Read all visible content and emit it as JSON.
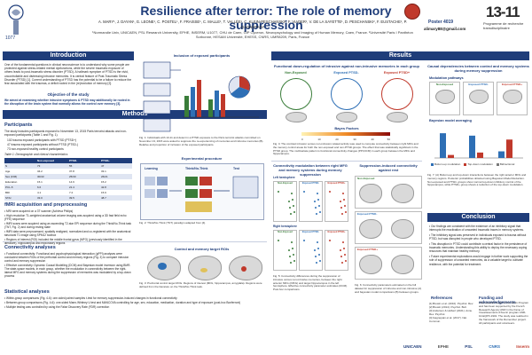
{
  "header": {
    "title": "Resilience after terror: The role of memory suppression",
    "authors": "A. MARY¹, J. DAYAN¹, G. LEONE¹, C. POSTEL¹, F. FRAISSE¹, C. MALLE¹, T. VALLÉE¹, C. KLEIN-PESCHANSKI², F. VIADER¹, V. DE LA SAYETTE¹, D. PESCHANSKI², F. EUSTACHE¹, P. GAGNEPAIN¹",
    "affiliations": "¹Normandie Univ, UNICAEN, PSL Research University, EPHE, INSERM, U1077, CHU de Caen, GIP Cyceron, Neuropsychology and Imaging of Human Memory, Caen, France. ²Université Paris I Panthéon Sorbonne, HESAM Université, EHESS, CNRS, UMR8209, Paris, France",
    "poster_number": "Poster 4019",
    "email": "alimary88@gmail.com",
    "left_logo_text": "1077",
    "right_logo_text": "13-11",
    "right_logo_subtitle": "Programme de recherche transdisciplinaire"
  },
  "sections": {
    "introduction": "Introduction",
    "methods": "Methods",
    "results": "Results",
    "conclusion": "Conclusion"
  },
  "intro": {
    "body": "One of the fundamental questions in clinical neuroscience is to understand why some people are protected against stress-related mental dysfunctions, while the severe traumatic exposure of others leads to post-traumatic stress disorder (PTSD). A hallmark symptom of PTSD is the vivid, uncontrollable and distressing intrusive memories. It is central feature of Post-Traumatic Stress Disorder (PTSD) [1]. Current understanding of PTSD has the potential to be a failure to reduce the fear associated with the traumas, a deficit rooted in the (re)evolution of memory [2].",
    "objective_title": "Objective of the study",
    "objective": "We aimed at examining whether intrusive symptoms & PTSD may additionally be rooted in the disruption of the brain system that normally allows the control over memory [3]."
  },
  "participants": {
    "heading": "Participants",
    "body": "The study includes participants exposed to November 13, 2015 Paris terrorist attacks and non-exposed participants (Table 1 and Fig. 1).",
    "items": [
      "102 trauma exposed participants with PTSD (PTSD+)",
      "47 trauma exposed participants without PTSD (PTSD-)",
      "73 non-exposed healthy control participants"
    ],
    "table_title": "Table 1: Demographic and clinical characteristics",
    "table_headers": [
      "",
      "Non-exposed",
      "PTSD-",
      "PTSD+"
    ],
    "table_rows": [
      [
        "N",
        "73",
        "55",
        "47"
      ],
      [
        "Age",
        "34.2",
        "37.8",
        "33.1"
      ],
      [
        "Sex (F/M)",
        "30/43",
        "25/30",
        "26/21"
      ],
      [
        "Education",
        "15.1",
        "14.9",
        "15.2"
      ],
      [
        "PCL-5",
        "6.6",
        "21.4",
        "42.8"
      ],
      [
        "BDI",
        "4.1",
        "7.2",
        "15.9"
      ],
      [
        "STAI",
        "33.0",
        "39.5",
        "48.7"
      ]
    ]
  },
  "fmri": {
    "heading": "fMRI acquisition and preprocessing",
    "items": [
      "MRI were acquired on a 3T scanner (Achieva Philips)",
      "High resolution T1-weighted anatomical volume imaging was acquired using a 3D fast field echo (FFE) sequence",
      "fMRI scans were acquired using an ascending T2-star EPI sequence during the Think/No-Think task (TNT, Fig. 2) and during resting state",
      "fMRI data were preprocessed, spatially realigned, normalized and co-registered with the anatomical structural T1 image using SPM12 toolbox",
      "Regions of interest (ROI) included the middle frontal gyrus (MFG) (previously identified in the literature), hippocampus and exploratory regions"
    ]
  },
  "inclusion": {
    "title": "Inclusion of exposed participants",
    "caption": "Fig. 1: Individuals with 13-11 and detect in a PTSD exposure to the Paris terrorist attacks committed on November 13, 2015 were asked to suppress the re-experiencing of memories and intrusive memories (B). Relative and proportion of inclusion of the exposed participants."
  },
  "experimental": {
    "title": "Experimental procedure",
    "labels": [
      "Learning",
      "Think/No-Think",
      "Test"
    ],
    "caption": "Fig. 2: Think/No-Think (TNT) paradigm adapted from [4]."
  },
  "connectivity": {
    "heading": "Connectivity analyses",
    "items": [
      "Functional connectivity: Functional and psychophysiological interaction (gPPI) analyses were conducted between ROIs of the prefrontal control and memory regions (Fig. 3) to compare intrusion control and memory suppression",
      "Effective connectivity: Dynamic Causal Modelling (DCM) and Bayesian model inversion using BMR. The state-space models, in each group, whether the modulation in connectivity between the right-lateral MFG and memory systems during the suppression of memories was modulated by a top-down process"
    ],
    "roi_title": "Control and memory target ROIs",
    "roi_caption": "Fig. 3: Prefrontal control target ROIs. Regions of interest (MFG, hippocampus, amygdala). Regions were defined from the literature on the Think/No-Think task."
  },
  "stats": {
    "heading": "Statistical analyses",
    "items": [
      "Within-group comparisons (Fig. 4-6): one-sided paired samples t-test for memory suppression-induced changes in functional connectivity",
      "Between-group comparisons (Fig. 4-6): one-sided Mann-Whitney U test and MANCOVA controlling for age, sex, education, medication, duration and type of exposure (post-hoc Bonferroni)",
      "Multiple testing was controlled by using the False Discovery Rate (FDR) correction"
    ]
  },
  "results": {
    "fig4_title": "Functional down-regulation of intrusive against non-intrusive memories in each group",
    "groups": [
      "Non-Exposed",
      "Exposed PTSD-",
      "Exposed PTSD+"
    ],
    "bayes_title": "Bayes Factors",
    "bayes_ticks": [
      "0",
      "10",
      "20",
      "30",
      "40",
      "50"
    ],
    "fig4_caption": "Fig. 4: The contrast intrusion versus non-intrusion related activity was used to compute connectivity between right MFG and the memory control areas for both the non-exposed and non-PTSD groups. The effect that was statistically significant in the PTSD group. The multivariate pattern is functional connectivity changes (PPI,DCM) in each group between the MFG and hippocampus.",
    "fig5_title": "Connectivity modulation between right MFG and memory systems during memory suppression",
    "fig5_caption": "Fig. 5: Connectivity differences during the suppression of intrusive versus non-intrusive memories, between the right anterior MFG (rMFG) and target hippocampus in the left hemisphere. Effective connectivity parameter estimates (DCM). Post-hoc comparisons.",
    "fig6_title": "Suppression-induced connectivity against rest",
    "fig6_caption": "Fig. 6: Connectivity parameters estimated on the full dataset for suppression of intrusive and non-intrusive (A) and bayesian model comparisons (B) between groups.",
    "fig7_title": "Causal dependencies between control and memory systems during memory suppression",
    "fig7_a": "Modulation pathways",
    "fig7_b": "Bayesian model averaging",
    "fig7_legend": [
      "Bottom-up modulation",
      "Top-down modulation",
      "Bidirectional"
    ],
    "fig7_caption": "Fig. 7: (A) Bottom-up and top-down interactions between the right anterior MFG and memory regions. Posterior probabilities obtained using Bayesian Model Reduction. Non-exposed and PTSD- groups show normal top-down inhibitory control of the hippocampus, while PTSD+ group shows a reduction of the top-down modulation.",
    "row_labels": [
      "Left hemisphere",
      "Right hemisphere"
    ]
  },
  "conclusion": {
    "items": [
      "Our findings are consistent with the existence of an inhibitory signal that interrupts the reactivation of unwanted traumatic traces in memory systems.",
      "The inhibitory signal was preserved in individuals exposed to trauma without PTSD, but was disrupted in people who developed PTSD.",
      "This disruption in PTSD could contribute a central factor in the persistence of traumatic memories. Understanding this ability to deploy the necessary coping resources that maintain healthy memory.",
      "Future experimental explorations would engage in further work supporting the role of suppression of unwanted memories, as a valuable target to cultivate resilience, with the potential for treatment."
    ]
  },
  "references": {
    "title": "References",
    "items": [
      "[1] Brewin et al. (2010). Psychol. Rev.",
      "[2] Brewin (2014). Psychol. Bull.",
      "[3] Anderson & Hulbert (2021). Annu. Rev. Psychol.",
      "[4] Gagnepain et al. (2017). Nat. Commun."
    ]
  },
  "funding": {
    "title": "Funding and acknowledgements",
    "body": "This research is part of the 13-11 Program and has been supported by the French Research Agency ANR in the frame of Investissements d'Avenir program ANR-10-EQPX-1901. The study was realized in the framework of the Remember project. All participants and volunteers."
  },
  "bottom_logos": [
    "UNICAEN",
    "EPHE",
    "PSL",
    "CNRS",
    "Inserm"
  ],
  "colors": {
    "navy": "#1f3d7a",
    "nonexposed": "#3a7d3a",
    "ptsd_minus": "#2e6fb5",
    "ptsd_plus": "#c0392b"
  }
}
